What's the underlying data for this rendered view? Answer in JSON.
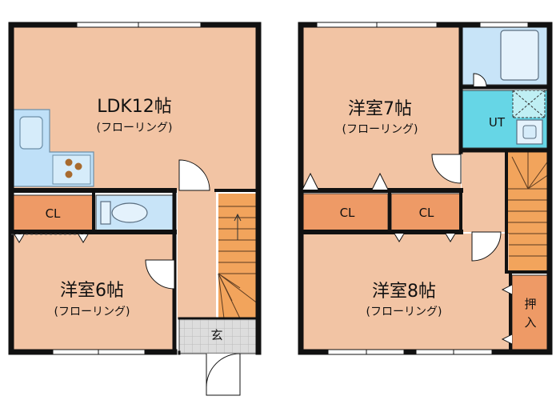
{
  "floor1": {
    "ldk": {
      "name": "LDK12帖",
      "floor": "(フローリング)"
    },
    "closet": {
      "label": "CL"
    },
    "room6": {
      "name": "洋室6帖",
      "floor": "(フローリング)"
    },
    "entrance": {
      "label": "玄"
    }
  },
  "floor2": {
    "room7": {
      "name": "洋室7帖",
      "floor": "(フローリング)"
    },
    "utility": {
      "label": "UT"
    },
    "closet_left": {
      "label": "CL"
    },
    "closet_right": {
      "label": "CL"
    },
    "room8": {
      "name": "洋室8帖",
      "floor": "(フローリング)"
    },
    "oshiire": {
      "label_top": "押",
      "label_bottom": "入"
    }
  },
  "colors": {
    "room_floor": "#F2C4A4",
    "closet": "#EE9A66",
    "stairs": "#F2A45C",
    "wet_area": "#C8E4F8",
    "utility": "#66D6E6",
    "entrance": "#D6D6D6",
    "wall": "#111111"
  }
}
